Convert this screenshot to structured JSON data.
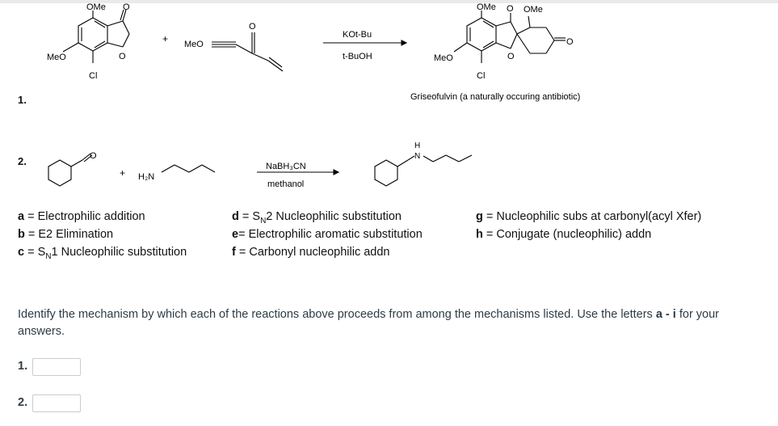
{
  "reaction1": {
    "number": "1.",
    "reagent_top": "KOt-Bu",
    "reagent_bottom": "t-BuOH",
    "plus": "+",
    "sm1": {
      "ome_top": "OMe",
      "meo_left": "MeO",
      "cl": "Cl",
      "o_carbonyl": "O",
      "o_ring": "O"
    },
    "sm2": {
      "meo": "MeO",
      "o": "O"
    },
    "product": {
      "ome1": "OMe",
      "o_mid": "O",
      "ome2": "OMe",
      "meo": "MeO",
      "cl": "Cl",
      "o_ring": "O",
      "o_ketone": "O"
    },
    "caption": "Griseofulvin (a naturally occuring antibiotic)"
  },
  "reaction2": {
    "number": "2.",
    "plus": "+",
    "o": "O",
    "amine": "H₂N",
    "reagent_top": "NaBH₃CN",
    "reagent_bottom": "methanol",
    "nh_h": "H",
    "nh_n": "N"
  },
  "mechanisms": [
    {
      "letter": "a",
      "sep": " = ",
      "text": "Electrophilic addition"
    },
    {
      "letter": "b",
      "sep": " = ",
      "text": "E2 Elimination"
    },
    {
      "letter": "c",
      "sep": " = ",
      "text": "SN1 Nucleophilic substitution"
    },
    {
      "letter": "d",
      "sep": " = ",
      "text": "SN2 Nucleophilic substitution"
    },
    {
      "letter": "e",
      "sep": "= ",
      "text": "Electrophilic aromatic substitution"
    },
    {
      "letter": "f",
      "sep": " = ",
      "text": "Carbonyl nucleophilic addn"
    },
    {
      "letter": "g",
      "sep": " = ",
      "text": "Nucleophilic subs at carbonyl(acyl Xfer)"
    },
    {
      "letter": "h",
      "sep": " = ",
      "text": "Conjugate (nucleophilic) addn"
    }
  ],
  "instructions": {
    "text": "Identify the mechanism by which each of the reactions above proceeds from among the mechanisms listed. Use the letters ",
    "range": "a - i",
    "tail": " for your answers."
  },
  "answers": [
    {
      "label": "1.",
      "value": ""
    },
    {
      "label": "2.",
      "value": ""
    }
  ]
}
